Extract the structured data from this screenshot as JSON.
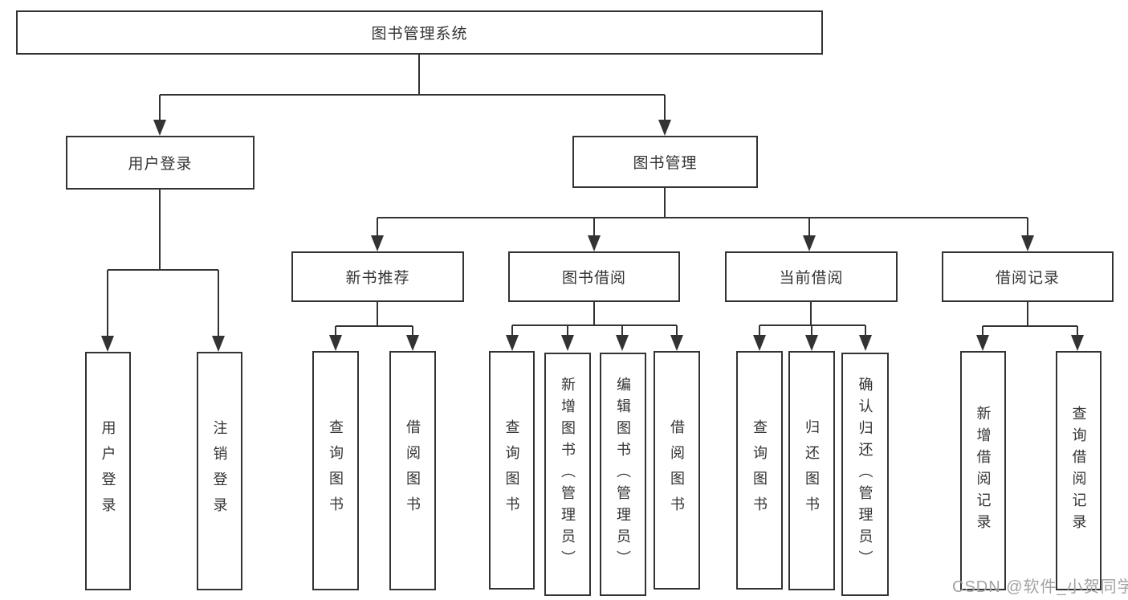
{
  "diagram": {
    "root": {
      "label": "图书管理系统"
    },
    "level2": {
      "user_login": "用户登录",
      "book_management": "图书管理"
    },
    "level3": {
      "new_book_recommendation": "新书推荐",
      "book_borrowing": "图书借阅",
      "current_borrowing": "当前借阅",
      "borrowing_records": "借阅记录"
    },
    "leaves": {
      "user_login": [
        "用户登录",
        "注销登录"
      ],
      "new_book_recommendation": [
        "查询图书",
        "借阅图书"
      ],
      "book_borrowing": [
        "查询图书",
        "新增图书（管理员）",
        "编辑图书（管理员）",
        "借阅图书"
      ],
      "current_borrowing": [
        "查询图书",
        "归还图书",
        "确认归还（管理员）"
      ],
      "borrowing_records": [
        "新增借阅记录",
        "查询借阅记录"
      ]
    },
    "colors": {
      "line": "#333333",
      "text": "#333333",
      "box_background": "#ffffff"
    }
  },
  "watermark": {
    "text": "CSDN @软件_小贺同学",
    "color": "#a3a3a3"
  }
}
